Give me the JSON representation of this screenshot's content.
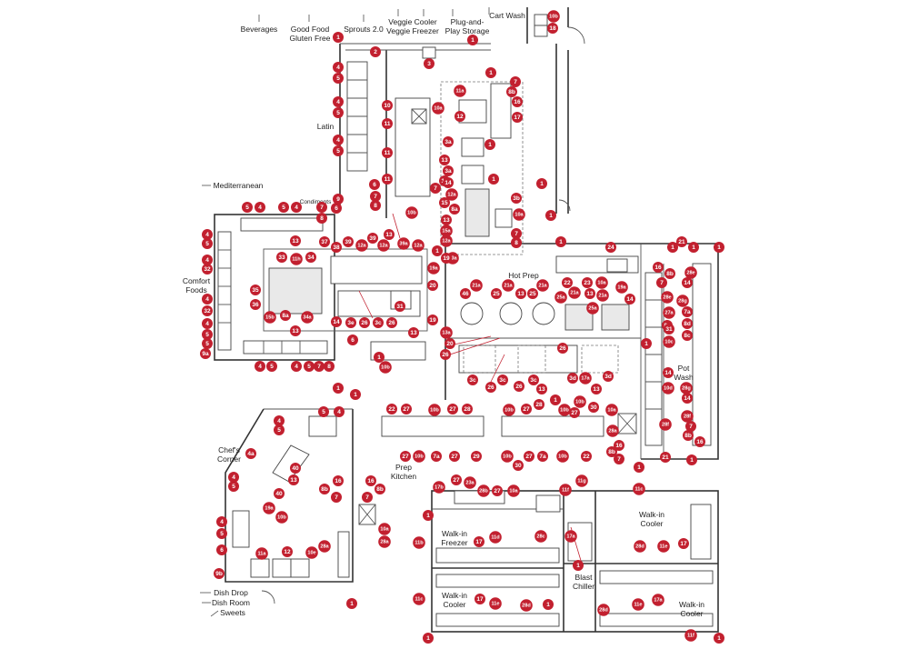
{
  "colors": {
    "callout": "#c2202f",
    "wall": "#333333",
    "background": "#ffffff"
  },
  "labels": {
    "beverages": "Beverages",
    "good_food": "Good Food",
    "gluten_free": "Gluten Free",
    "sprouts": "Sprouts 2.0",
    "veggie_cooler": "Veggie Cooler",
    "veggie_freezer": "Veggie Freezer",
    "plug_play": "Plug-and-",
    "play_storage": "Play Storage",
    "cart_wash": "Cart Wash",
    "mediterranean": "Mediterranean",
    "latin": "Latin",
    "condiments": "Condiments",
    "comfort": "Comfort",
    "foods": "Foods",
    "hot_prep": "Hot Prep",
    "pot": "Pot",
    "wash": "Wash",
    "prep": "Prep",
    "kitchen": "Kitchen",
    "chefs": "Chef's",
    "corner": "Corner",
    "walkin_freezer_1": "Walk-in",
    "walkin_freezer_2": "Freezer",
    "walkin_cooler_a1": "Walk-in",
    "walkin_cooler_a2": "Cooler",
    "walkin_cooler_b1": "Walk-in",
    "walkin_cooler_b2": "Cooler",
    "walkin_cooler_c1": "Walk-in",
    "walkin_cooler_c2": "Cooler",
    "blast": "Blast",
    "chiller": "Chiller",
    "dish_drop": "Dish Drop",
    "dish_room": "Dish Room",
    "sweets": "Sweets"
  },
  "callouts": [
    "1",
    "2",
    "3",
    "4",
    "5",
    "6",
    "7",
    "8",
    "9",
    "9a",
    "9b",
    "10",
    "10a",
    "10b",
    "10c",
    "10d",
    "10e",
    "11",
    "11a",
    "11b",
    "11c",
    "11d",
    "11e",
    "11f",
    "11g",
    "11h",
    "12",
    "12a",
    "13",
    "13a",
    "14",
    "15",
    "15a",
    "15b",
    "16",
    "17",
    "17a",
    "17b",
    "18",
    "19",
    "19a",
    "20",
    "21",
    "21a",
    "22",
    "23",
    "23a",
    "24",
    "25",
    "25a",
    "26",
    "27",
    "27a",
    "28",
    "28a",
    "28b",
    "28c",
    "28d",
    "28e",
    "28f",
    "28g",
    "29",
    "30",
    "31",
    "32",
    "33",
    "34",
    "34a",
    "35",
    "36",
    "37",
    "38",
    "39",
    "39a",
    "40",
    "46",
    "3a",
    "3b",
    "3c",
    "3d",
    "3e",
    "3f",
    "4a",
    "7a",
    "8a",
    "8b",
    "8c",
    "8d"
  ]
}
